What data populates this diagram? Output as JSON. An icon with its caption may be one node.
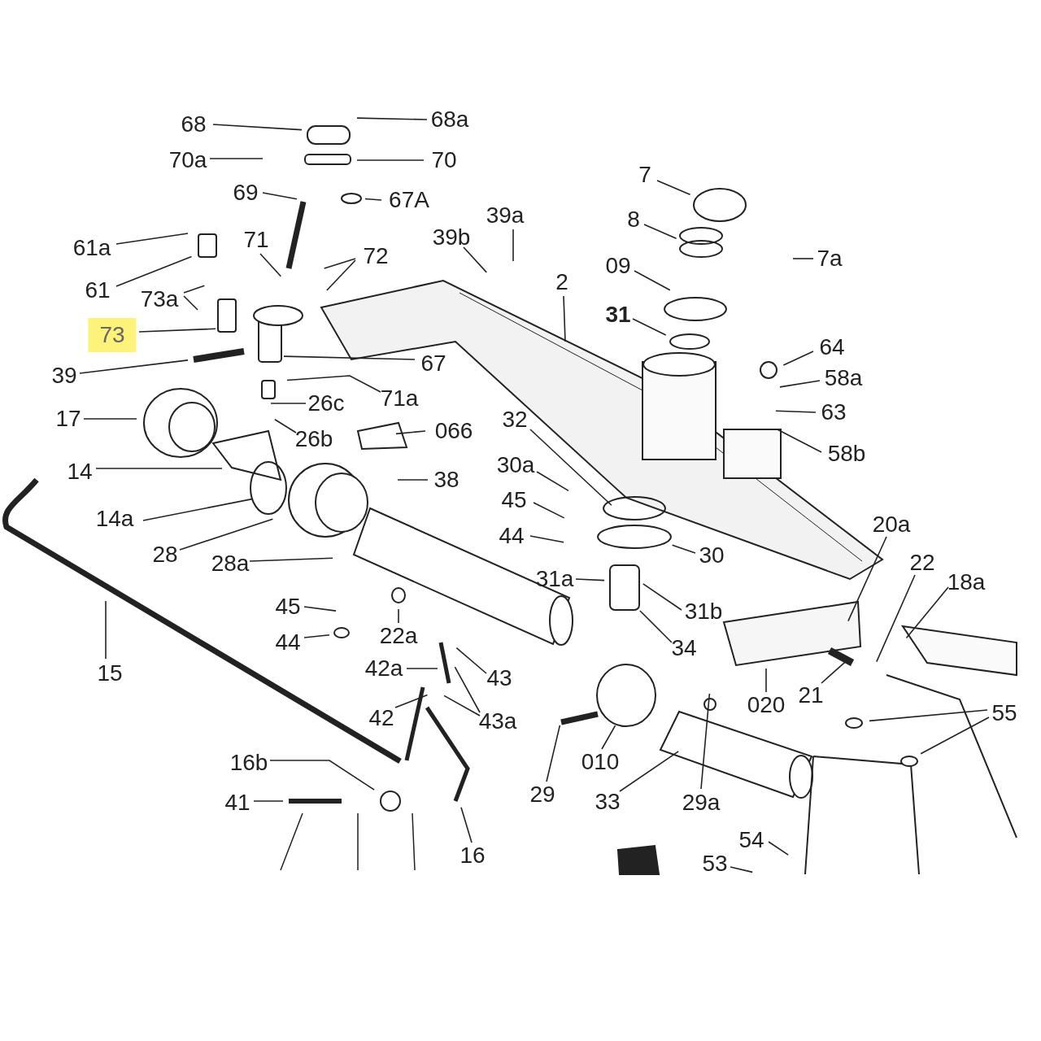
{
  "diagram": {
    "nodes": [
      {
        "text": [
          "68"
        ]
      },
      {
        "text": [
          "68a"
        ]
      },
      {
        "text": [
          "70a"
        ]
      },
      {
        "text": [
          "70"
        ]
      },
      {
        "text": [
          "69"
        ]
      },
      {
        "text": [
          "67A"
        ]
      },
      {
        "text": [
          "61a"
        ]
      },
      {
        "text": [
          "39b"
        ]
      },
      {
        "text": [
          "39a"
        ]
      },
      {
        "text": [
          "71"
        ]
      },
      {
        "text": [
          "72"
        ]
      },
      {
        "text": [
          "7"
        ]
      },
      {
        "text": [
          "8"
        ]
      },
      {
        "text": [
          "7a"
        ]
      },
      {
        "text": [
          "09"
        ]
      },
      {
        "text": [
          "2"
        ]
      },
      {
        "text": [
          "61"
        ]
      },
      {
        "text": [
          "73a"
        ]
      },
      {
        "text": [
          "31"
        ]
      },
      {
        "text": [
          "73"
        ]
      },
      {
        "text": [
          "64"
        ]
      },
      {
        "text": [
          "67"
        ]
      },
      {
        "text": [
          "39"
        ]
      },
      {
        "text": [
          "71a"
        ]
      },
      {
        "text": [
          "58a"
        ]
      },
      {
        "text": [
          "26c"
        ]
      },
      {
        "text": [
          "63"
        ]
      },
      {
        "text": [
          "17"
        ]
      },
      {
        "text": [
          "32"
        ]
      },
      {
        "text": [
          "066"
        ]
      },
      {
        "text": [
          "26b"
        ]
      },
      {
        "text": [
          "58b"
        ]
      },
      {
        "text": [
          "30a"
        ]
      },
      {
        "text": [
          "14"
        ]
      },
      {
        "text": [
          "38"
        ]
      },
      {
        "text": [
          "45"
        ]
      },
      {
        "text": [
          "14a"
        ]
      },
      {
        "text": [
          "44"
        ]
      },
      {
        "text": [
          "20a"
        ]
      },
      {
        "text": [
          "28"
        ]
      },
      {
        "text": [
          "30"
        ]
      },
      {
        "text": [
          "28a"
        ]
      },
      {
        "text": [
          "22"
        ]
      },
      {
        "text": [
          "18a"
        ]
      },
      {
        "text": [
          "31a"
        ]
      },
      {
        "text": [
          "45"
        ]
      },
      {
        "text": [
          "31b"
        ]
      },
      {
        "text": [
          "22a"
        ]
      },
      {
        "text": [
          "44"
        ]
      },
      {
        "text": [
          "34"
        ]
      },
      {
        "text": [
          "15"
        ]
      },
      {
        "text": [
          "43"
        ]
      },
      {
        "text": [
          "42a"
        ]
      },
      {
        "text": [
          "42"
        ]
      },
      {
        "text": [
          "43a"
        ]
      },
      {
        "text": [
          "020"
        ]
      },
      {
        "text": [
          "21"
        ]
      },
      {
        "text": [
          "55"
        ]
      },
      {
        "text": [
          "010"
        ]
      },
      {
        "text": [
          "16b"
        ]
      },
      {
        "text": [
          "29"
        ]
      },
      {
        "text": [
          "33"
        ]
      },
      {
        "text": [
          "29a"
        ]
      },
      {
        "text": [
          "41"
        ]
      },
      {
        "text": [
          "16"
        ]
      },
      {
        "text": [
          "54"
        ]
      },
      {
        "text": [
          "53"
        ]
      },
      {
        "text": [],
        "shape": "picture"
      }
    ],
    "edges": [
      {
        "from": 0,
        "to": null,
        "arrow": "none"
      },
      {
        "from": 1,
        "to": null,
        "arrow": "none"
      },
      {
        "from": 2,
        "to": null,
        "arrow": "none"
      },
      {
        "from": 3,
        "to": null,
        "arrow": "none"
      },
      {
        "from": 4,
        "to": null,
        "arrow": "none"
      },
      {
        "from": 5,
        "to": null,
        "arrow": "none"
      },
      {
        "from": 6,
        "to": null,
        "arrow": "none"
      },
      {
        "from": 7,
        "to": null,
        "arrow": "none"
      },
      {
        "from": 8,
        "to": null,
        "arrow": "none"
      },
      {
        "from": 9,
        "to": null,
        "arrow": "none"
      },
      {
        "from": 10,
        "to": null,
        "arrow": "none"
      },
      {
        "from": 10,
        "to": null,
        "arrow": "none"
      },
      {
        "from": 11,
        "to": null,
        "arrow": "none"
      },
      {
        "from": 12,
        "to": null,
        "arrow": "none"
      },
      {
        "from": 13,
        "to": null,
        "arrow": "none"
      },
      {
        "from": 14,
        "to": null,
        "arrow": "none"
      },
      {
        "from": 15,
        "to": 67,
        "arrow": "none"
      },
      {
        "from": 16,
        "to": null,
        "arrow": "none"
      },
      {
        "from": 17,
        "to": null,
        "arrow": "none"
      },
      {
        "from": 17,
        "to": null,
        "arrow": "none"
      },
      {
        "from": 18,
        "to": null,
        "arrow": "none"
      },
      {
        "from": 19,
        "to": null,
        "arrow": "none"
      },
      {
        "from": 20,
        "to": null,
        "arrow": "none"
      },
      {
        "from": 21,
        "to": null,
        "arrow": "none"
      },
      {
        "from": 22,
        "to": null,
        "arrow": "none"
      },
      {
        "from": 23,
        "to": null,
        "arrow": "none"
      },
      {
        "from": 24,
        "to": null,
        "arrow": "none"
      },
      {
        "from": 25,
        "to": null,
        "arrow": "none"
      },
      {
        "from": 26,
        "to": null,
        "arrow": "none"
      },
      {
        "from": 27,
        "to": null,
        "arrow": "none"
      },
      {
        "from": 28,
        "to": null,
        "arrow": "none"
      },
      {
        "from": 29,
        "to": null,
        "arrow": "none"
      },
      {
        "from": 30,
        "to": null,
        "arrow": "none"
      },
      {
        "from": 31,
        "to": null,
        "arrow": "none"
      },
      {
        "from": 32,
        "to": null,
        "arrow": "none"
      },
      {
        "from": 33,
        "to": null,
        "arrow": "none"
      },
      {
        "from": 34,
        "to": null,
        "arrow": "none"
      },
      {
        "from": 35,
        "to": null,
        "arrow": "none"
      },
      {
        "from": 36,
        "to": null,
        "arrow": "none"
      },
      {
        "from": 37,
        "to": null,
        "arrow": "none"
      },
      {
        "from": 38,
        "to": null,
        "arrow": "none"
      },
      {
        "from": 39,
        "to": null,
        "arrow": "none"
      },
      {
        "from": 40,
        "to": null,
        "arrow": "none"
      },
      {
        "from": 41,
        "to": null,
        "arrow": "none"
      },
      {
        "from": 42,
        "to": null,
        "arrow": "none"
      },
      {
        "from": 43,
        "to": null,
        "arrow": "none"
      },
      {
        "from": 44,
        "to": null,
        "arrow": "none"
      },
      {
        "from": 45,
        "to": null,
        "arrow": "none"
      },
      {
        "from": 46,
        "to": null,
        "arrow": "none"
      },
      {
        "from": 47,
        "to": null,
        "arrow": "none"
      },
      {
        "from": 48,
        "to": null,
        "arrow": "none"
      },
      {
        "from": 49,
        "to": null,
        "arrow": "none"
      },
      {
        "from": 50,
        "to": null,
        "arrow": "none"
      },
      {
        "from": 51,
        "to": null,
        "arrow": "none"
      },
      {
        "from": 52,
        "to": null,
        "arrow": "none"
      },
      {
        "from": 53,
        "to": null,
        "arrow": "none"
      },
      {
        "from": 54,
        "to": null,
        "arrow": "none"
      },
      {
        "from": 54,
        "to": null,
        "arrow": "none"
      },
      {
        "from": 55,
        "to": null,
        "arrow": "none"
      },
      {
        "from": 56,
        "to": null,
        "arrow": "none"
      },
      {
        "from": 57,
        "to": null,
        "arrow": "none"
      },
      {
        "from": 57,
        "to": null,
        "arrow": "none"
      },
      {
        "from": 58,
        "to": null,
        "arrow": "none"
      },
      {
        "from": 59,
        "to": null,
        "arrow": "none"
      },
      {
        "from": 60,
        "to": null,
        "arrow": "none"
      },
      {
        "from": 61,
        "to": null,
        "arrow": "none"
      },
      {
        "from": 62,
        "to": null,
        "arrow": "none"
      },
      {
        "from": 63,
        "to": null,
        "arrow": "none"
      },
      {
        "from": 64,
        "to": null,
        "arrow": "none"
      },
      {
        "from": 65,
        "to": null,
        "arrow": "none"
      },
      {
        "from": 66,
        "to": null,
        "arrow": "none"
      }
    ]
  }
}
